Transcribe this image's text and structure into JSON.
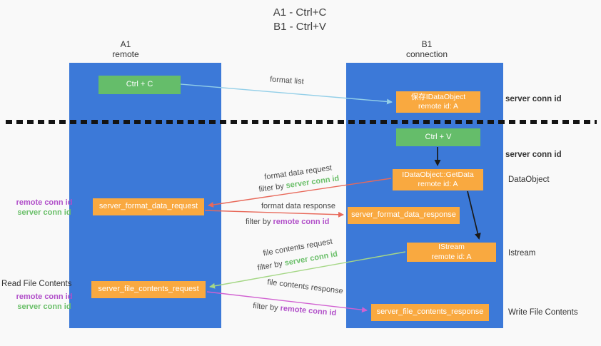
{
  "title": {
    "line1": "A1 - Ctrl+C",
    "line2": "B1 - Ctrl+V"
  },
  "lanes": {
    "a": {
      "name": "A1",
      "subtitle": "remote"
    },
    "b": {
      "name": "B1",
      "subtitle": "connection"
    }
  },
  "nodes": {
    "ctrl_c": {
      "label": "Ctrl + C"
    },
    "ctrl_v": {
      "label": "Ctrl + V"
    },
    "save_dataobject": {
      "line1": "保存IDataObject",
      "line2": "remote id: A"
    },
    "getdata": {
      "line1": "IDataObject::GetData",
      "line2": "remote id: A"
    },
    "istream": {
      "line1": "IStream",
      "line2": "remote id: A"
    },
    "format_request": {
      "label": "server_format_data_request"
    },
    "format_response": {
      "label": "server_format_data_response"
    },
    "file_request": {
      "label": "server_file_contents_request"
    },
    "file_response": {
      "label": "server_file_contents_response"
    }
  },
  "arrow_labels": {
    "format_list": "format list",
    "format_data_request": "format data request",
    "format_data_response": "format data response",
    "file_contents_request": "file contents request",
    "file_contents_response": "file contents response",
    "filter_by": "filter by",
    "server_conn_id": "server conn id",
    "remote_conn_id": "remote conn id"
  },
  "side_labels": {
    "right_server_conn_id_1": "server conn id",
    "right_server_conn_id_2": "server conn id",
    "dataobject": "DataObject",
    "istream": "Istream",
    "write_file_contents": "Write File Contents",
    "read_file_contents": "Read File Contents",
    "left_remote_conn_id_1": "remote conn id",
    "left_server_conn_id_1": "server conn id",
    "left_remote_conn_id_2": "remote conn id",
    "left_server_conn_id_2": "server conn id"
  },
  "colors": {
    "lane_blue": "#3c79d8",
    "box_green": "#65bd6a",
    "box_orange": "#f9a940",
    "arrow_blue": "#93cfe8",
    "arrow_red": "#e8695a",
    "arrow_green": "#a5d786",
    "arrow_magenta": "#d161d1",
    "arrow_black": "#1a1a1a",
    "text_green": "#6abf69",
    "text_purple": "#b14fc9"
  }
}
